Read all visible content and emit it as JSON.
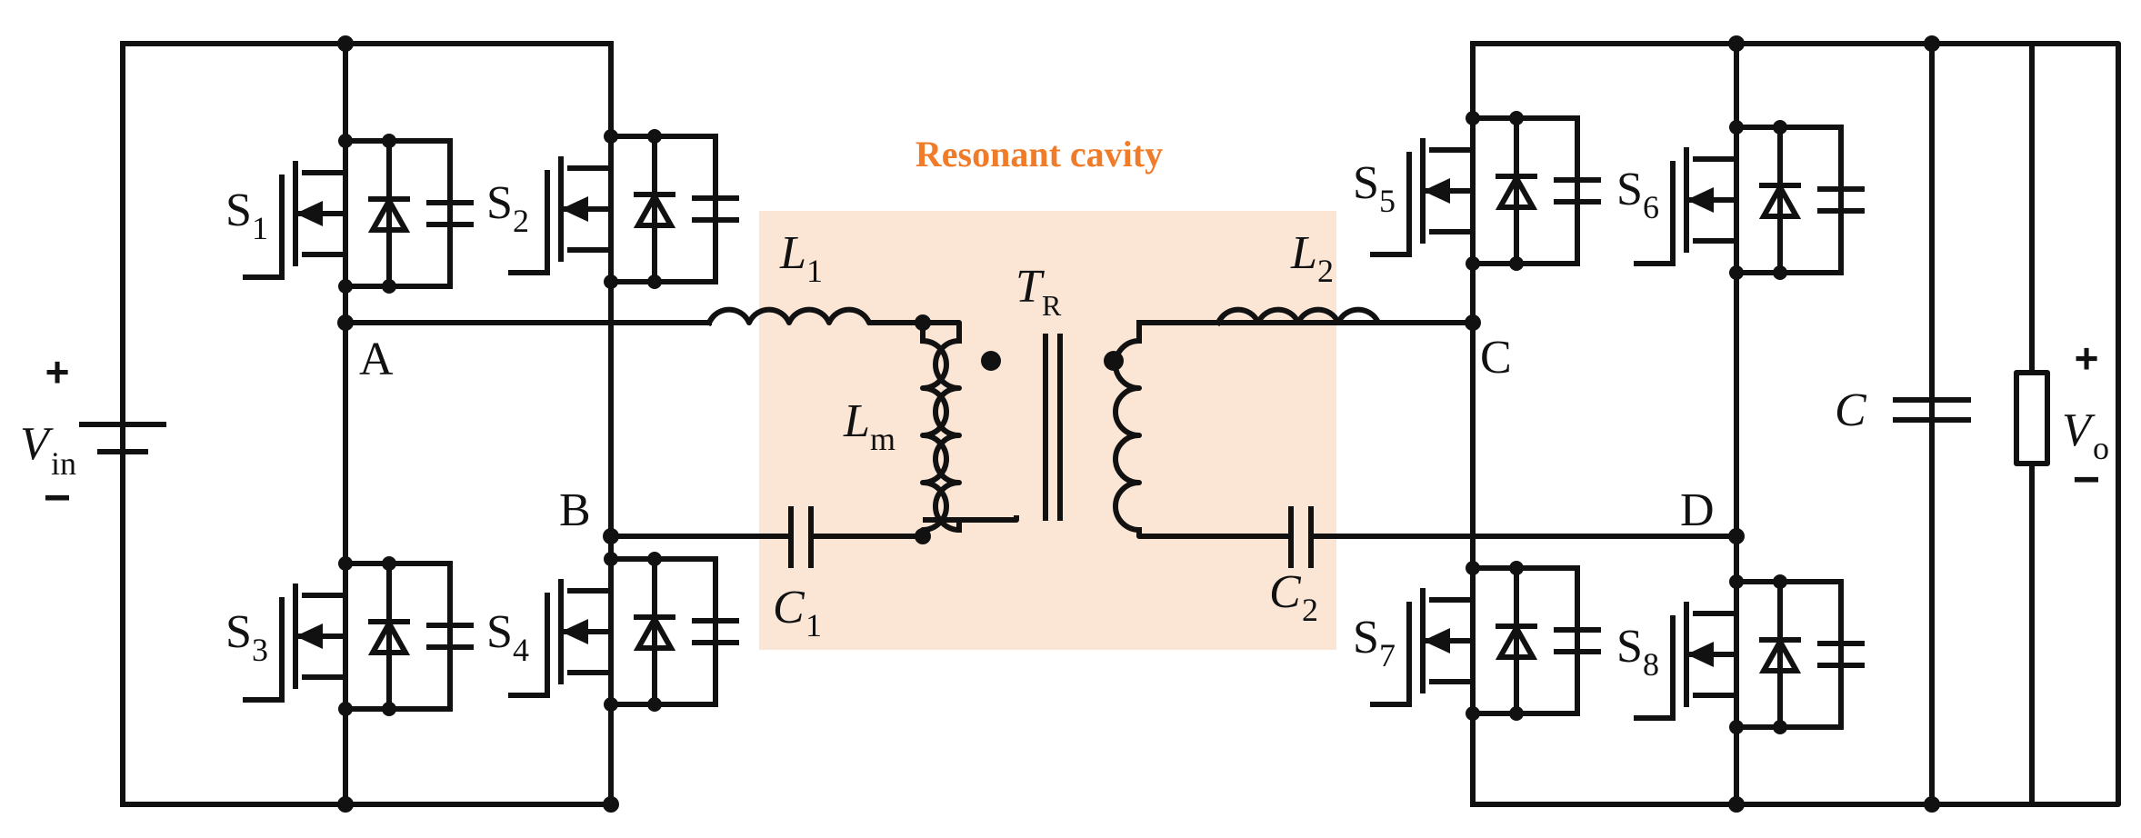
{
  "diagram": {
    "cavity_label": "Resonant cavity",
    "cavity_fill": "#fbe6d6",
    "cavity_text_color": "#f07c2a",
    "source": {
      "symbol": "V",
      "sub": "in",
      "plus": "+",
      "minus": "−"
    },
    "output": {
      "symbol": "V",
      "sub": "o",
      "plus": "+",
      "minus": "−"
    },
    "nodes": {
      "A": "A",
      "B": "B",
      "C": "C",
      "D": "D"
    },
    "switches": [
      {
        "name": "S",
        "sub": "1"
      },
      {
        "name": "S",
        "sub": "2"
      },
      {
        "name": "S",
        "sub": "3"
      },
      {
        "name": "S",
        "sub": "4"
      },
      {
        "name": "S",
        "sub": "5"
      },
      {
        "name": "S",
        "sub": "6"
      },
      {
        "name": "S",
        "sub": "7"
      },
      {
        "name": "S",
        "sub": "8"
      }
    ],
    "components": {
      "L1": {
        "symbol": "L",
        "sub": "1"
      },
      "L2": {
        "symbol": "L",
        "sub": "2"
      },
      "Lm": {
        "symbol": "L",
        "sub": "m"
      },
      "TR": {
        "symbol": "T",
        "sub": "R"
      },
      "C1": {
        "symbol": "C",
        "sub": "1"
      },
      "C2": {
        "symbol": "C",
        "sub": "2"
      },
      "Cout": {
        "symbol": "C"
      }
    }
  }
}
